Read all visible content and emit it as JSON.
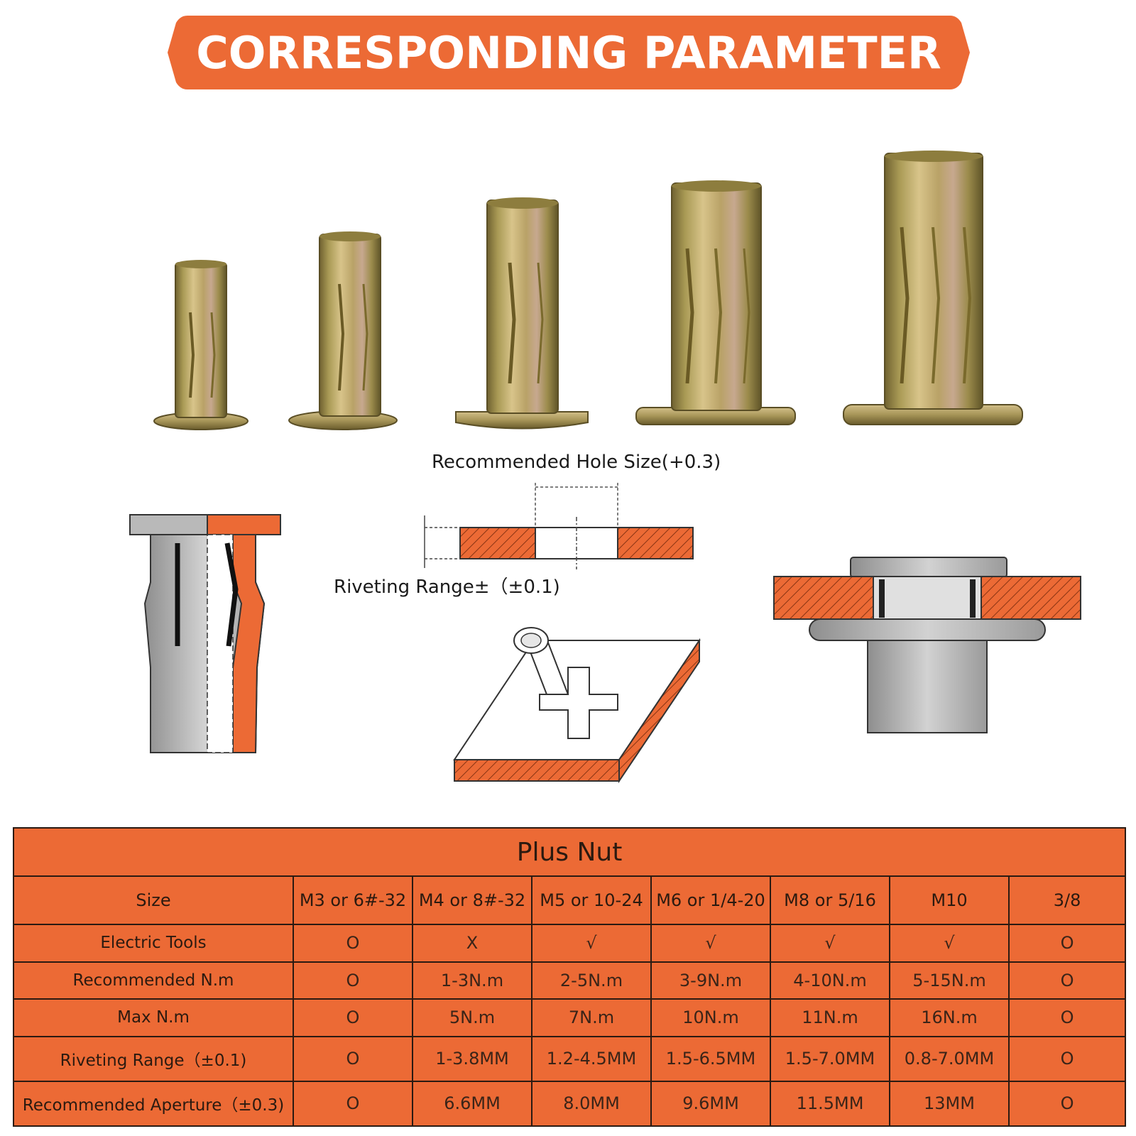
{
  "banner": {
    "title": "CORRESPONDING PARAMETER",
    "color": "#ec6a35"
  },
  "diagram": {
    "hole_size_label": "Recommended Hole Size(+0.3)",
    "riveting_range_label": "Riveting Range±（±0.1)"
  },
  "table": {
    "title": "Plus Nut",
    "header": {
      "label": "Size",
      "columns": [
        "M3 or 6#-32",
        "M4 or 8#-32",
        "M5 or 10-24",
        "M6 or 1/4-20",
        "M8 or 5/16",
        "M10",
        "3/8"
      ]
    },
    "rows": [
      {
        "label": "Electric Tools",
        "values": [
          "O",
          "X",
          "√",
          "√",
          "√",
          "√",
          "O"
        ]
      },
      {
        "label": "Recommended N.m",
        "values": [
          "O",
          "1-3N.m",
          "2-5N.m",
          "3-9N.m",
          "4-10N.m",
          "5-15N.m",
          "O"
        ]
      },
      {
        "label": "Max N.m",
        "values": [
          "O",
          "5N.m",
          "7N.m",
          "10N.m",
          "11N.m",
          "16N.m",
          "O"
        ]
      },
      {
        "label": "Riveting Range（±0.1)",
        "values": [
          "O",
          "1-3.8MM",
          "1.2-4.5MM",
          "1.5-6.5MM",
          "1.5-7.0MM",
          "0.8-7.0MM",
          "O"
        ]
      },
      {
        "label": "Recommended Aperture（±0.3)",
        "values": [
          "O",
          "6.6MM",
          "8.0MM",
          "9.6MM",
          "11.5MM",
          "13MM",
          "O"
        ]
      }
    ]
  },
  "colors": {
    "accent": "#ec6a35",
    "metal": "#b8a35c",
    "grey": "#b9b9b9"
  }
}
